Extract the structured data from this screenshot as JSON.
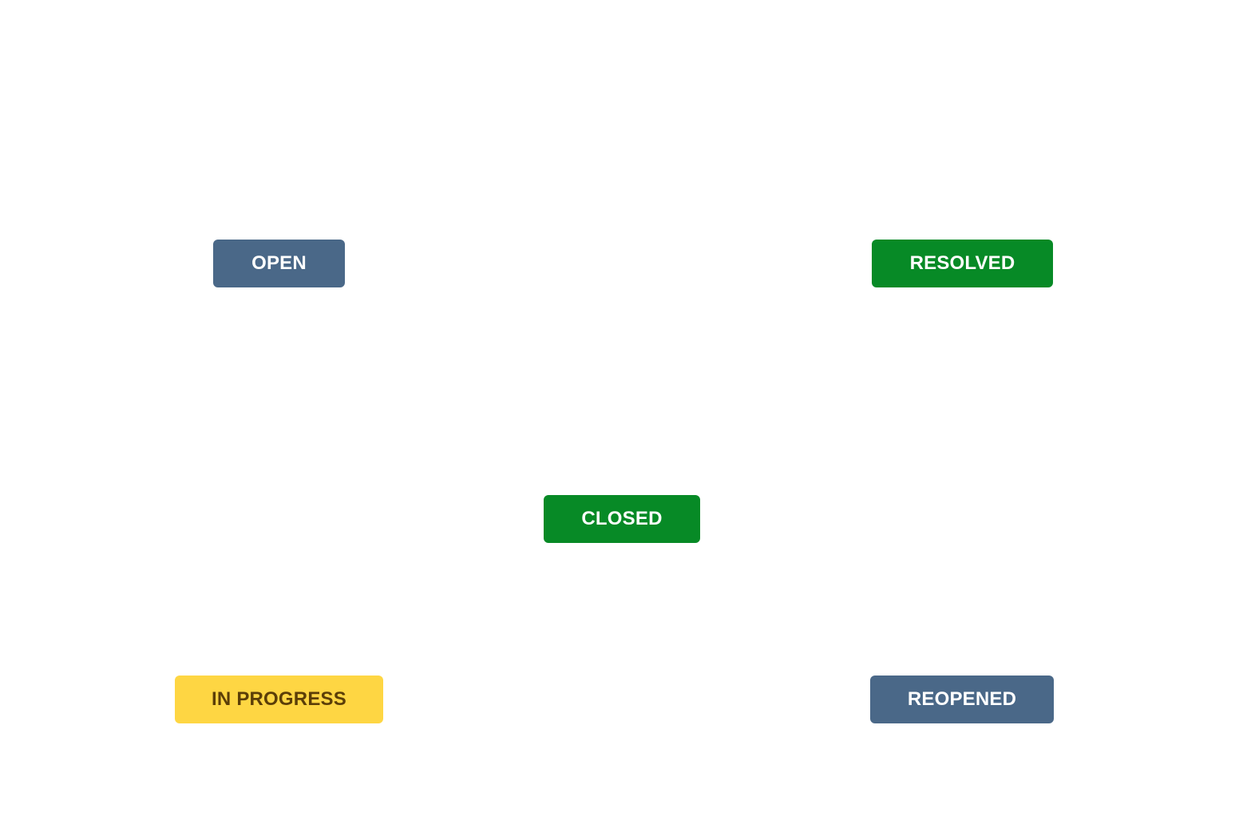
{
  "colors": {
    "background": "#ffffff",
    "blue": "#4a6888",
    "green": "#078a26",
    "yellow": "#fed643",
    "white_text": "#ffffff",
    "brown_text": "#5b3e08"
  },
  "statuses": [
    {
      "id": "open",
      "label": "OPEN",
      "bg": "#4a6888",
      "fg": "#ffffff"
    },
    {
      "id": "resolved",
      "label": "RESOLVED",
      "bg": "#078a26",
      "fg": "#ffffff"
    },
    {
      "id": "closed",
      "label": "CLOSED",
      "bg": "#078a26",
      "fg": "#ffffff"
    },
    {
      "id": "in_progress",
      "label": "IN PROGRESS",
      "bg": "#fed643",
      "fg": "#5b3e08"
    },
    {
      "id": "reopened",
      "label": "REOPENED",
      "bg": "#4a6888",
      "fg": "#ffffff"
    }
  ]
}
